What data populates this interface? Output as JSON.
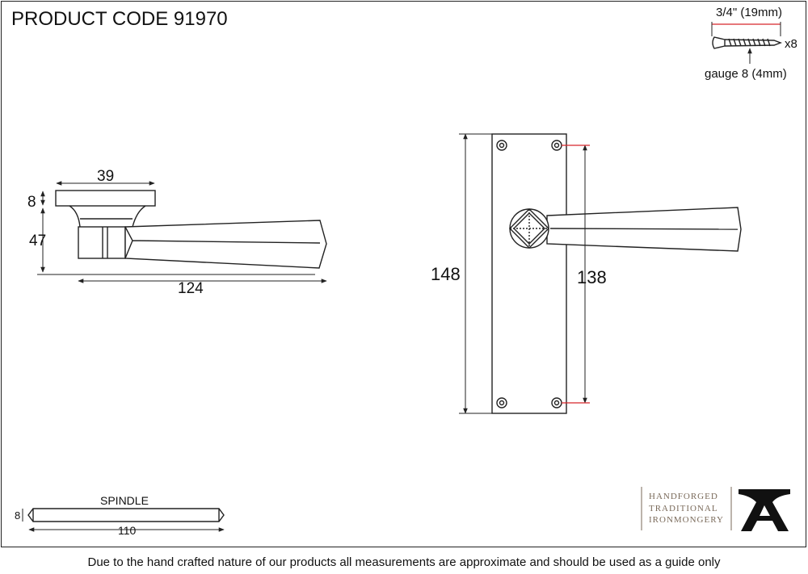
{
  "header": {
    "product_code": "PRODUCT CODE  91970"
  },
  "screw": {
    "length_label": "3/4\" (19mm)",
    "quantity_label": "x8",
    "gauge_label": "gauge 8 (4mm)"
  },
  "side_view": {
    "rose_width": "39",
    "rose_height": "8",
    "lever_height": "47",
    "lever_length": "124"
  },
  "front_view": {
    "plate_height": "148",
    "fixing_centres": "138"
  },
  "spindle": {
    "title": "SPINDLE",
    "section": "8",
    "length": "110"
  },
  "logo": {
    "line1": "HANDFORGED",
    "line2": "TRADITIONAL",
    "line3": "IRONMONGERY"
  },
  "footer": {
    "disclaimer": "Due to the hand crafted nature of our products all measurements are approximate and should be used as a guide only"
  },
  "colors": {
    "line": "#222222",
    "dimension_accent": "#d6262b",
    "brand_text": "#7a6a5a"
  }
}
